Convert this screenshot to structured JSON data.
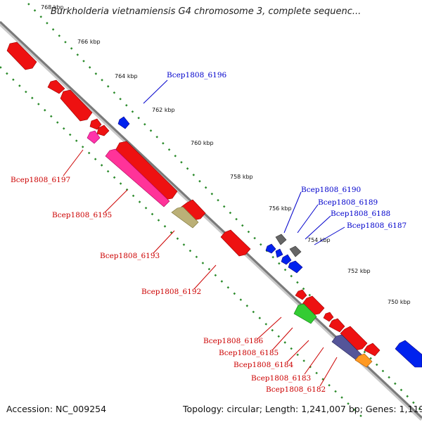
{
  "title": "Burkholderia vietnamiensis G4 chromosome 3, complete sequenc...",
  "footer": {
    "accession": "Accession: NC_009254",
    "summary": "Topology: circular; Length: 1,241,007 bp; Genes: 1,119"
  },
  "colors": {
    "backbone": "#7a7a7a",
    "tick": "#2a8a2a",
    "forward_label": "#0000cc",
    "reverse_label": "#cc0000"
  },
  "scale_labels": [
    "768 kbp",
    "766 kbp",
    "764 kbp",
    "762 kbp",
    "760 kbp",
    "758 kbp",
    "756 kbp",
    "754 kbp",
    "752 kbp",
    "750 kbp"
  ],
  "forward_labels": [
    "Bcep1808_6196",
    "Bcep1808_6190",
    "Bcep1808_6189",
    "Bcep1808_6188",
    "Bcep1808_6187"
  ],
  "reverse_labels": [
    "Bcep1808_6197",
    "Bcep1808_6195",
    "Bcep1808_6193",
    "Bcep1808_6192",
    "Bcep1808_6186",
    "Bcep1808_6185",
    "Bcep1808_6184",
    "Bcep1808_6183",
    "Bcep1808_6182"
  ]
}
